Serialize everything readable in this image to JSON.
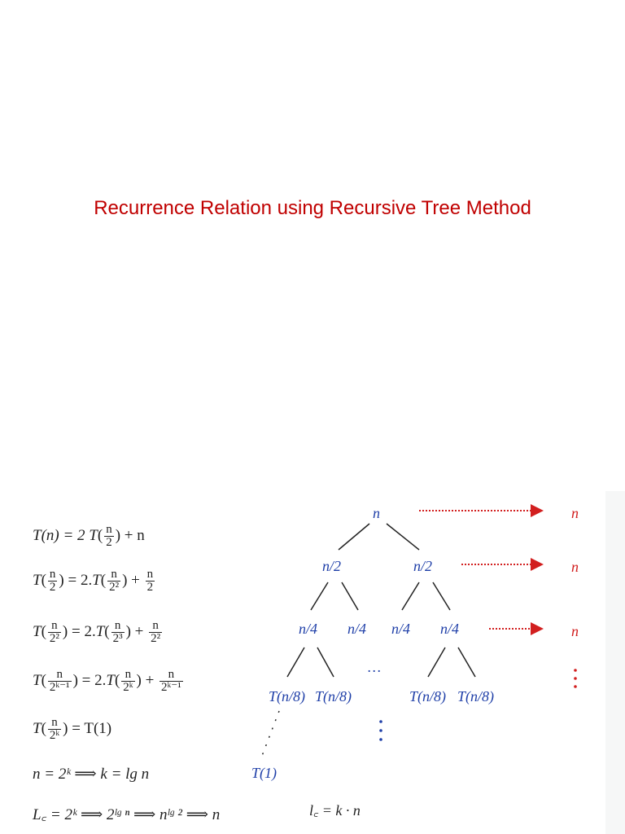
{
  "title": "Recurrence Relation using Recursive Tree Method",
  "equations": {
    "eq1": {
      "lhs": "T(n) = 2 T",
      "num": "n",
      "den": "2",
      "rhs": "+ n"
    },
    "eq2": {
      "lhs_num": "n",
      "lhs_den": "2",
      "mid": ") = 2.T(",
      "arg_num": "n",
      "arg_den": "2²",
      "add_num": "n",
      "add_den": "2"
    },
    "eq3": {
      "lhs_num": "n",
      "lhs_den": "2²",
      "arg_num": "n",
      "arg_den": "2³",
      "add_num": "n",
      "add_den": "2²"
    },
    "eq4": {
      "lhs_num": "n",
      "lhs_den": "2ᵏ⁻¹",
      "arg_num": "n",
      "arg_den": "2ᵏ",
      "add_num": "n",
      "add_den": "2ᵏ⁻¹"
    },
    "eq5": {
      "lhs_num": "n",
      "lhs_den": "2ᵏ",
      "rhs": ") = T(1)"
    },
    "eq6": "n = 2ᵏ  ⟹  k = lg n",
    "eq7": "L꜀ = 2ᵏ ⟹ 2ˡᵍ ⁿ ⟹ nˡᵍ ² ⟹ n"
  },
  "tree": {
    "root": "n",
    "level1": [
      "n/2",
      "n/2"
    ],
    "level2": [
      "n/4",
      "n/4",
      "n/4",
      "n/4"
    ],
    "level3": [
      "T(n/8)",
      "T(n/8)",
      "T(n/8)",
      "T(n/8)"
    ],
    "leaf": "T(1)",
    "ellipsis": "…",
    "level_costs": [
      "n",
      "n",
      "n"
    ],
    "total": "l꜀ = k · n"
  },
  "colors": {
    "title": "#c00000",
    "tree": "#1f3fa8",
    "cost": "#d21f1f"
  }
}
